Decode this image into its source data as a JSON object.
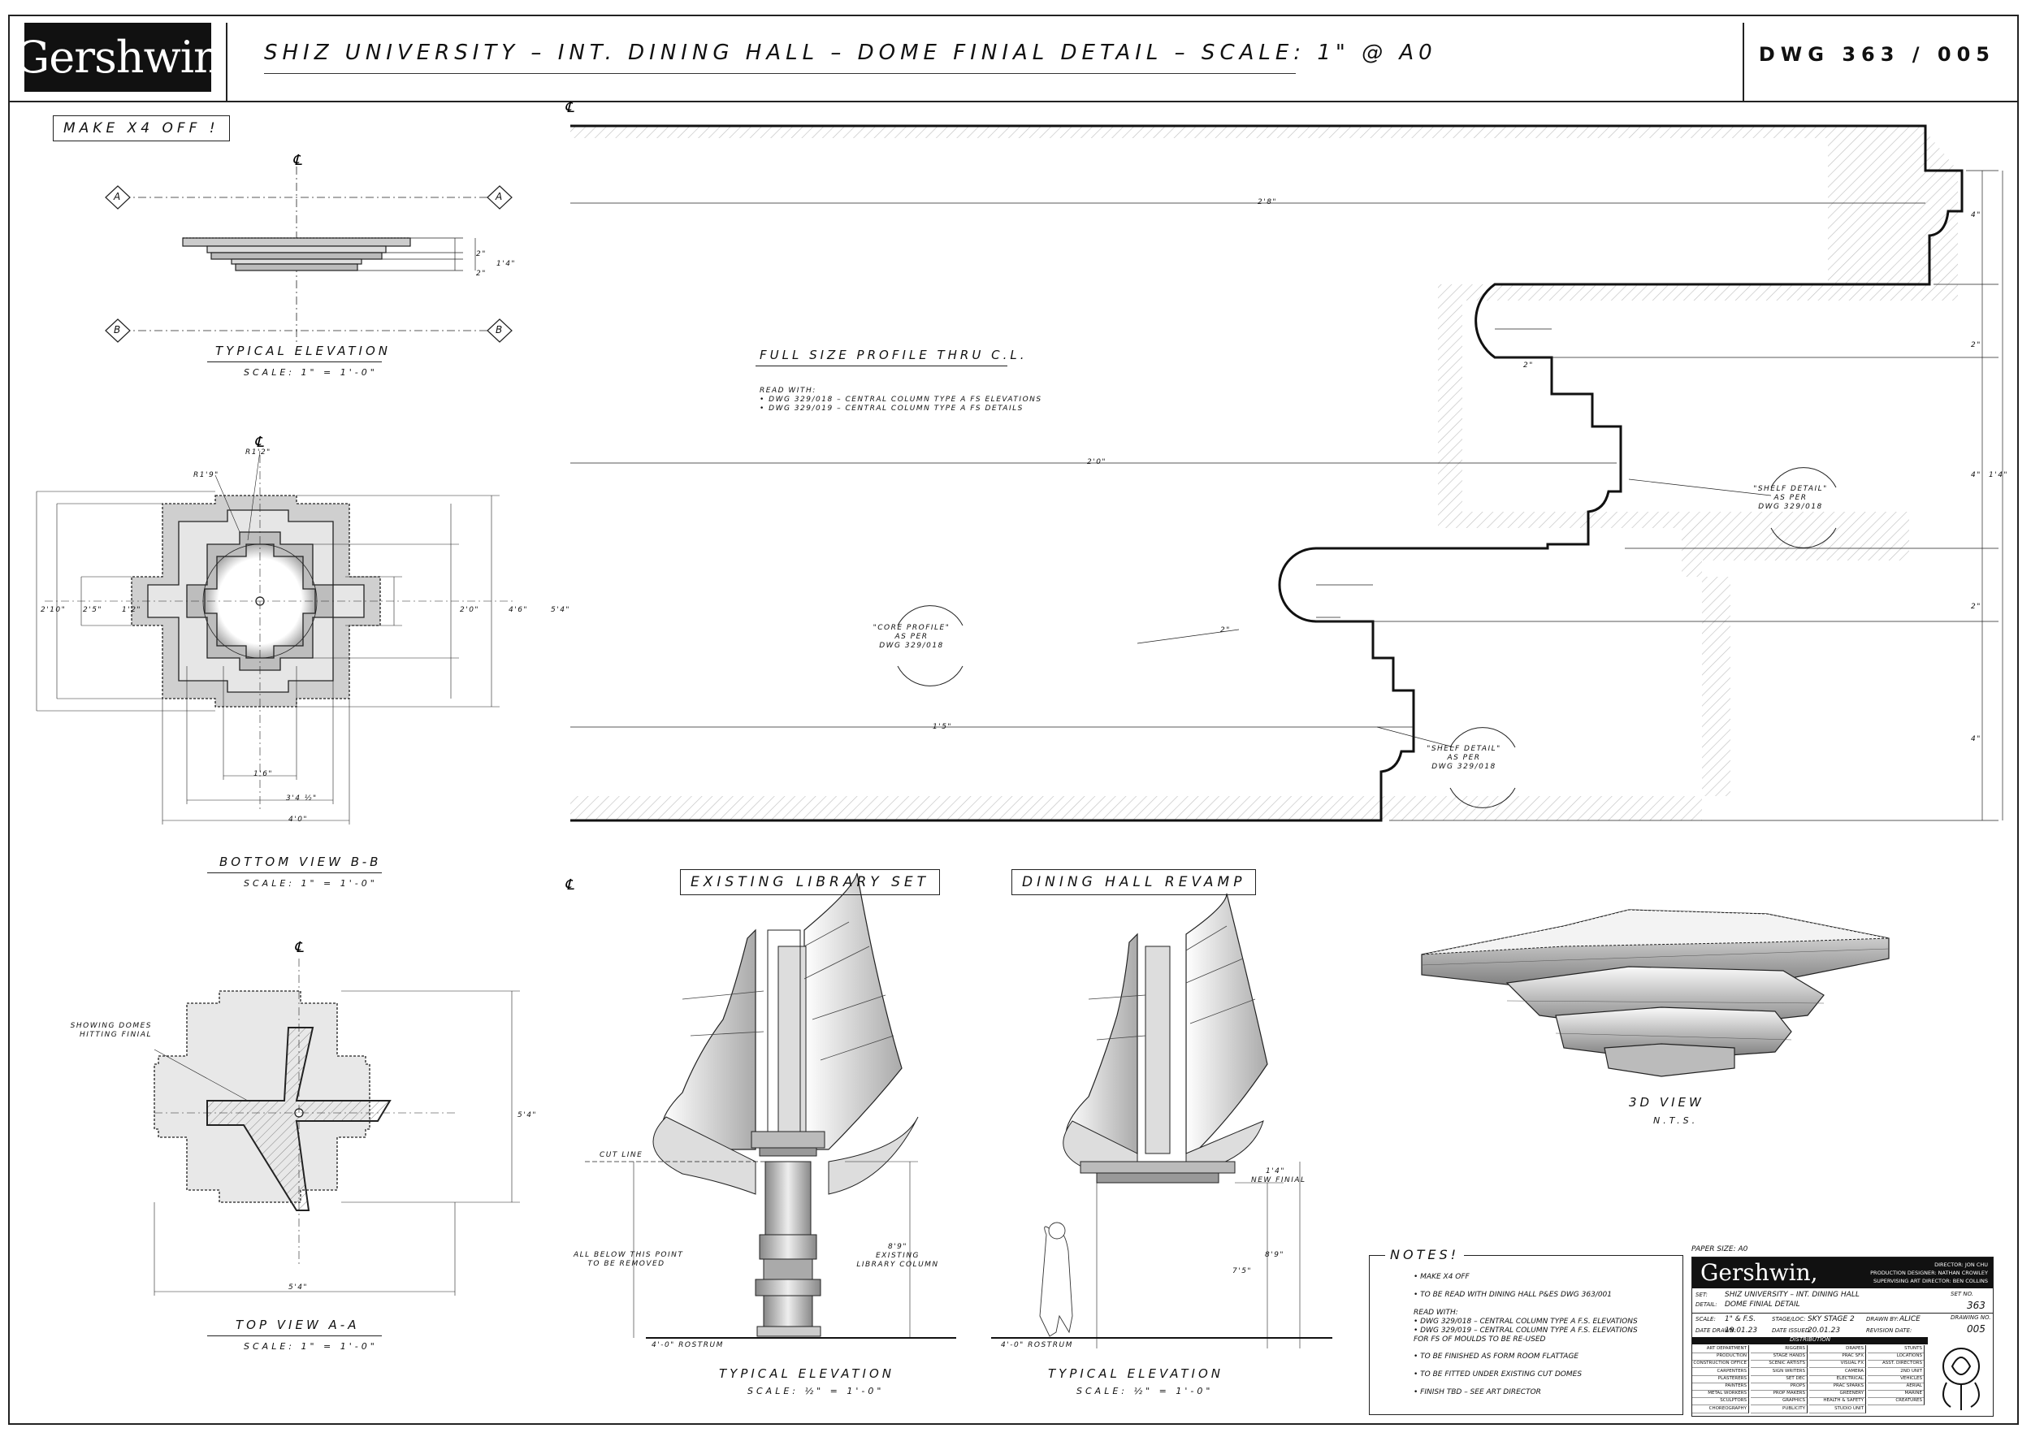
{
  "header": {
    "logo": "Gershwin",
    "title": "SHIZ UNIVERSITY – INT. DINING HALL – DOME FINIAL DETAIL – SCALE: 1\" @ A0",
    "drawing_number": "DWG 363 / 005"
  },
  "left": {
    "make_note": "MAKE X4 OFF !",
    "typical_elevation": {
      "label": "TYPICAL ELEVATION",
      "scale": "SCALE: 1\" = 1'-0\"",
      "dims": [
        "2\"",
        "2\"",
        "1'4\""
      ],
      "sections": [
        "A",
        "A",
        "B",
        "B"
      ]
    },
    "bottom_view": {
      "label": "BOTTOM VIEW B-B",
      "scale": "SCALE: 1\" = 1'-0\"",
      "radii": [
        "R1'2\"",
        "R1'9\""
      ],
      "dims_left": [
        "2'10\"",
        "2'5\"",
        "1'2\""
      ],
      "dims_right": [
        "2'0\"",
        "4'6\"",
        "5'4\""
      ],
      "dims_bottom": [
        "1'6\"",
        "3'4 ½\"",
        "4'0\""
      ]
    },
    "top_view": {
      "label": "TOP VIEW A-A",
      "scale": "SCALE: 1\" = 1'-0\"",
      "callout": "SHOWING DOMES HITTING FINIAL",
      "dim_right": "5'4\"",
      "dim_bottom": "5'4\""
    }
  },
  "profile": {
    "label": "FULL SIZE PROFILE THRU C.L.",
    "read_with_title": "READ WITH:",
    "read_with": [
      "• DWG 329/018 – CENTRAL COLUMN TYPE A FS ELEVATIONS",
      "• DWG 329/019 – CENTRAL COLUMN TYPE A FS DETAILS"
    ],
    "dims": [
      "2'8\"",
      "2'0\"",
      "1'5\"",
      "2\"",
      "2\""
    ],
    "dims_right": [
      "4\"",
      "2\"",
      "4\"",
      "2\"",
      "4\"",
      "1'4\""
    ],
    "callouts": [
      {
        "lines": [
          "\"SHELF DETAIL\"",
          "AS PER",
          "DWG 329/018"
        ]
      },
      {
        "lines": [
          "\"CORE PROFILE\"",
          "AS PER",
          "DWG 329/018"
        ]
      },
      {
        "lines": [
          "\"SHELF DETAIL\"",
          "AS PER",
          "DWG 329/018"
        ]
      }
    ]
  },
  "elevations": {
    "existing": {
      "heading": "EXISTING LIBRARY SET",
      "label": "TYPICAL ELEVATION",
      "scale": "SCALE: ½\" = 1'-0\"",
      "cut_line": "CUT LINE",
      "below_note": [
        "ALL BELOW THIS POINT",
        "TO BE REMOVED"
      ],
      "column_dim": [
        "8'9\"",
        "EXISTING",
        "LIBRARY COLUMN"
      ],
      "rostrum": "4'-0\" ROSTRUM"
    },
    "revamp": {
      "heading": "DINING HALL REVAMP",
      "label": "TYPICAL ELEVATION",
      "scale": "SCALE: ½\" = 1'-0\"",
      "new_finial": [
        "1'4\"",
        "NEW FINIAL"
      ],
      "dims": [
        "7'5\"",
        "8'9\""
      ],
      "rostrum": "4'-0\" ROSTRUM"
    }
  },
  "view3d": {
    "label": "3D VIEW",
    "scale": "N.T.S."
  },
  "notes": {
    "title": "NOTES!",
    "items": [
      "• MAKE X4 OFF",
      "• TO BE READ WITH DINING HALL P&ES DWG 363/001",
      "READ WITH:",
      "• DWG 329/018 – CENTRAL COLUMN   TYPE A F.S. ELEVATIONS",
      "• DWG 329/019 – CENTRAL COLUMN TYPE A F.S. ELEVATIONS",
      "FOR FS OF MOULDS TO BE RE-USED",
      "• TO BE FINISHED AS FORM ROOM FLATTAGE",
      "• TO BE FITTED UNDER EXISTING CUT DOMES",
      "• FINISH TBD – SEE ART DIRECTOR"
    ]
  },
  "title_block": {
    "paper_size": "PAPER SIZE: A0",
    "logo": "Gershwin,",
    "credits": [
      "DIRECTOR: JON CHU",
      "PRODUCTION DESIGNER: NATHAN CROWLEY",
      "SUPERVISING ART DIRECTOR: BEN COLLINS"
    ],
    "set_label": "SET:",
    "set": "SHIZ UNIVERSITY – INT. DINING HALL",
    "detail_label": "DETAIL:",
    "detail": "DOME FINIAL DETAIL",
    "set_no_label": "SET NO.",
    "set_no": "363",
    "scale_label": "SCALE:",
    "scale": "1\" & F.S.",
    "stage_label": "STAGE/LOC:",
    "stage": "SKY STAGE 2",
    "drawn_label": "DRAWN BY:",
    "drawn": "ALICE",
    "drawing_no_label": "DRAWING NO.",
    "drawing_no": "005",
    "date_drawn_label": "DATE DRAWN:",
    "date_drawn": "19.01.23",
    "date_issued_label": "DATE ISSUED:",
    "date_issued": "20.01.23",
    "revision_label": "REVISION DATE:",
    "distribution": "DISTRIBUTION",
    "dist_cols": [
      [
        "ART DEPARTMENT",
        "PRODUCTION",
        "CONSTRUCTION OFFICE",
        "CARPENTERS",
        "PLASTERERS",
        "PAINTERS",
        "METAL WORKERS",
        "SCULPTORS",
        "CHOREOGRAPHY"
      ],
      [
        "RIGGERS",
        "STAGE HANDS",
        "SCENIC ARTISTS",
        "SIGN WRITERS",
        "SET DEC",
        "PROPS",
        "PROP MAKERS",
        "GRAPHICS",
        "PUBLICITY"
      ],
      [
        "DRAPES",
        "PRAC SFX",
        "VISUAL FX",
        "CAMERA",
        "ELECTRICAL",
        "PRAC SPARKS",
        "GREENERY",
        "HEALTH & SAFETY",
        "STUDIO UNIT"
      ],
      [
        "STUNTS",
        "LOCATIONS",
        "ASST. DIRECTORS",
        "2ND UNIT",
        "VEHICLES",
        "AERIAL",
        "MARINE",
        "CREATURES"
      ]
    ]
  }
}
